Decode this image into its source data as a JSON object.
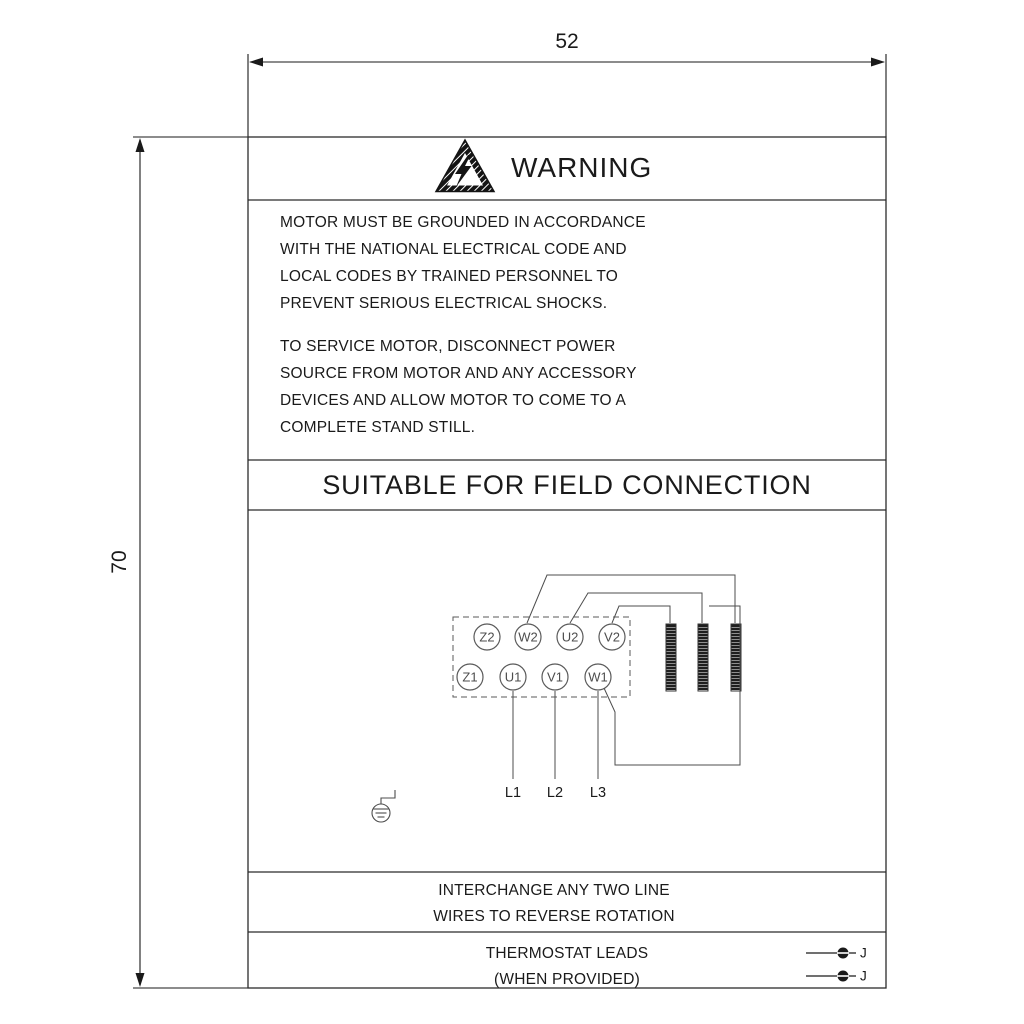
{
  "dimensions": {
    "width": "52",
    "height": "70"
  },
  "header": {
    "title": "WARNING",
    "icon": "electrical-hazard-triangle-icon"
  },
  "body": {
    "paragraph1": [
      "MOTOR MUST BE GROUNDED IN ACCORDANCE",
      "WITH THE NATIONAL ELECTRICAL CODE AND",
      "LOCAL CODES BY TRAINED PERSONNEL TO",
      "PREVENT SERIOUS ELECTRICAL SHOCKS."
    ],
    "paragraph2": [
      "TO SERVICE MOTOR, DISCONNECT POWER",
      "SOURCE FROM MOTOR AND ANY ACCESSORY",
      "DEVICES AND ALLOW MOTOR TO COME TO A",
      "COMPLETE STAND STILL."
    ]
  },
  "section_title": "SUITABLE FOR FIELD CONNECTION",
  "wiring_diagram": {
    "terminals_top": [
      "Z2",
      "W2",
      "U2",
      "V2"
    ],
    "terminals_bottom": [
      "Z1",
      "U1",
      "V1",
      "W1"
    ],
    "line_labels": [
      "L1",
      "L2",
      "L3"
    ],
    "icons": {
      "ground": "earth-ground-icon",
      "windings": "motor-winding-coil-bars"
    }
  },
  "rotation_note": {
    "line1": "INTERCHANGE ANY TWO LINE",
    "line2": "WIRES TO REVERSE ROTATION"
  },
  "thermostat_note": {
    "line1": "THERMOSTAT LEADS",
    "line2": "(WHEN PROVIDED)",
    "lead1_label": "J",
    "lead2_label": "J"
  },
  "colors": {
    "background": "#ffffff",
    "primary_line": "#1a1a1a",
    "diagram_line": "#4d4d4d"
  }
}
